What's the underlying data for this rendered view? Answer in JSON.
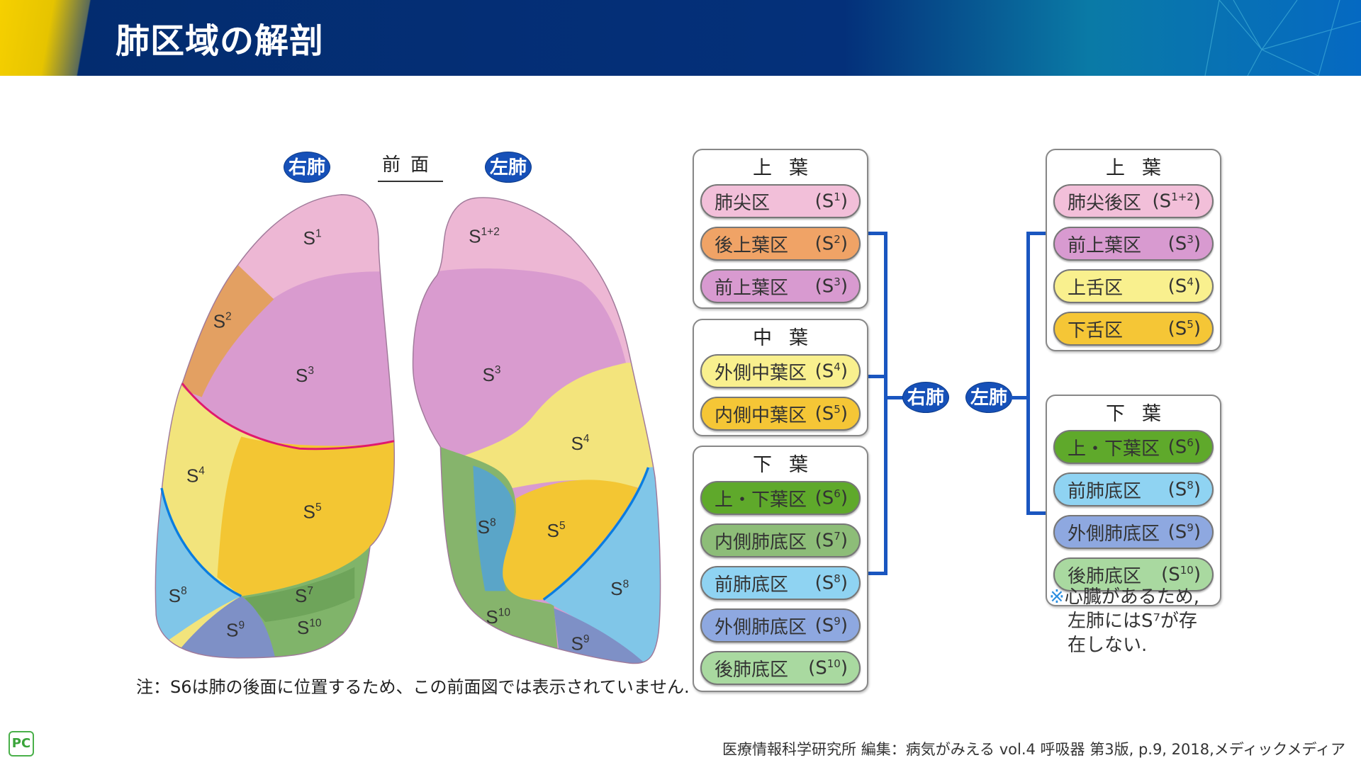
{
  "header": {
    "title": "肺区域の解剖"
  },
  "diagram": {
    "right_badge": "右肺",
    "left_badge": "左肺",
    "view_label": "前面",
    "right_labels": [
      {
        "b": "S",
        "s": "1"
      },
      {
        "b": "S",
        "s": "2"
      },
      {
        "b": "S",
        "s": "3"
      },
      {
        "b": "S",
        "s": "4"
      },
      {
        "b": "S",
        "s": "5"
      },
      {
        "b": "S",
        "s": "8"
      },
      {
        "b": "S",
        "s": "7"
      },
      {
        "b": "S",
        "s": "9"
      },
      {
        "b": "S",
        "s": "10"
      }
    ],
    "left_labels": [
      {
        "b": "S",
        "s": "1+2"
      },
      {
        "b": "S",
        "s": "3"
      },
      {
        "b": "S",
        "s": "4"
      },
      {
        "b": "S",
        "s": "8"
      },
      {
        "b": "S",
        "s": "5"
      },
      {
        "b": "S",
        "s": "8"
      },
      {
        "b": "S",
        "s": "10"
      },
      {
        "b": "S",
        "s": "9"
      }
    ]
  },
  "right_lung": {
    "badge": "右肺",
    "lobes": [
      {
        "title": "上葉",
        "segments": [
          {
            "name": "肺尖区",
            "code": "S",
            "sup": "1"
          },
          {
            "name": "後上葉区",
            "code": "S",
            "sup": "2"
          },
          {
            "name": "前上葉区",
            "code": "S",
            "sup": "3"
          }
        ]
      },
      {
        "title": "中葉",
        "segments": [
          {
            "name": "外側中葉区",
            "code": "S",
            "sup": "4"
          },
          {
            "name": "内側中葉区",
            "code": "S",
            "sup": "5"
          }
        ]
      },
      {
        "title": "下葉",
        "segments": [
          {
            "name": "上・下葉区",
            "code": "S",
            "sup": "6"
          },
          {
            "name": "内側肺底区",
            "code": "S",
            "sup": "7"
          },
          {
            "name": "前肺底区",
            "code": "S",
            "sup": "8"
          },
          {
            "name": "外側肺底区",
            "code": "S",
            "sup": "9"
          },
          {
            "name": "後肺底区",
            "code": "S",
            "sup": "10"
          }
        ]
      }
    ]
  },
  "left_lung": {
    "badge": "左肺",
    "lobes": [
      {
        "title": "上葉",
        "segments": [
          {
            "name": "肺尖後区",
            "code": "S",
            "sup": "1+2"
          },
          {
            "name": "前上葉区",
            "code": "S",
            "sup": "3"
          },
          {
            "name": "上舌区",
            "code": "S",
            "sup": "4"
          },
          {
            "name": "下舌区",
            "code": "S",
            "sup": "5"
          }
        ]
      },
      {
        "title": "下葉",
        "segments": [
          {
            "name": "上・下葉区",
            "code": "S",
            "sup": "6"
          },
          {
            "name": "前肺底区",
            "code": "S",
            "sup": "8"
          },
          {
            "name": "外側肺底区",
            "code": "S",
            "sup": "9"
          },
          {
            "name": "後肺底区",
            "code": "S",
            "sup": "10"
          }
        ]
      }
    ],
    "note_mark": "※",
    "note_lines": [
      "心臓があるため,",
      "左肺にはS⁷が存",
      "在しない."
    ]
  },
  "footnote": "注：S6は肺の後面に位置するため、この前面図では表示されていません.",
  "citation": "医療情報科学研究所 編集：病気がみえる vol.4 呼吸器 第3版, p.9, 2018,メディックメディア",
  "logo": "PC"
}
